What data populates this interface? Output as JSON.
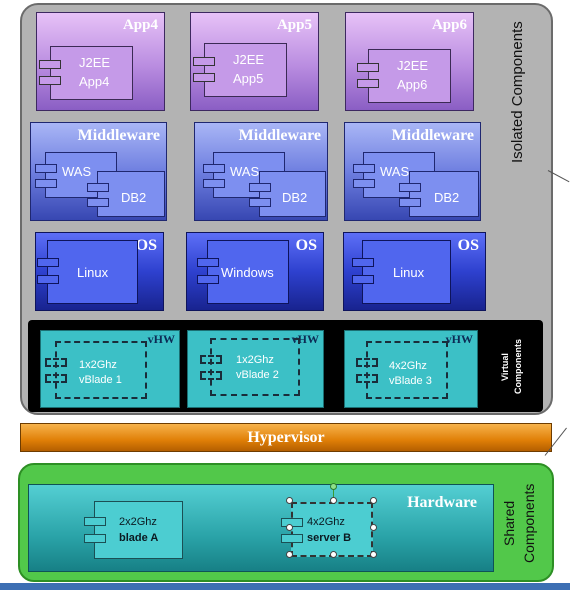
{
  "isolated": {
    "label": "Isolated Components"
  },
  "apps": [
    {
      "title": "App4",
      "line1": "J2EE",
      "line2": "App4"
    },
    {
      "title": "App5",
      "line1": "J2EE",
      "line2": "App5"
    },
    {
      "title": "App6",
      "line1": "J2EE",
      "line2": "App6"
    }
  ],
  "middleware": [
    {
      "title": "Middleware",
      "c1": "WAS",
      "c2": "DB2"
    },
    {
      "title": "Middleware",
      "c1": "WAS",
      "c2": "DB2"
    },
    {
      "title": "Middleware",
      "c1": "WAS",
      "c2": "DB2"
    }
  ],
  "os": [
    {
      "title": "OS",
      "name": "Linux"
    },
    {
      "title": "OS",
      "name": "Windows"
    },
    {
      "title": "OS",
      "name": "Linux"
    }
  ],
  "virtual": {
    "label": "Virtual Components",
    "blades": [
      {
        "title": "vHW",
        "line1": "1x2Ghz",
        "line2": "vBlade 1"
      },
      {
        "title": "vHW",
        "line1": "1x2Ghz",
        "line2": "vBlade 2"
      },
      {
        "title": "vHW",
        "line1": "4x2Ghz",
        "line2": "vBlade 3"
      }
    ]
  },
  "hypervisor": {
    "label": "Hypervisor"
  },
  "shared": {
    "label": "Shared Components",
    "hardware_title": "Hardware",
    "blade": {
      "line1": "2x2Ghz",
      "line2": "blade A"
    },
    "server": {
      "line1": "4x2Ghz",
      "line2": "server B"
    }
  },
  "colors": {
    "app": "#b98ce0",
    "middleware": "#6f7fe0",
    "os": "#2e41cf",
    "vhw": "#3cc0c6",
    "hypervisor": "#e07f07",
    "shared": "#52c84a",
    "hardware": "#2aa3a8"
  }
}
